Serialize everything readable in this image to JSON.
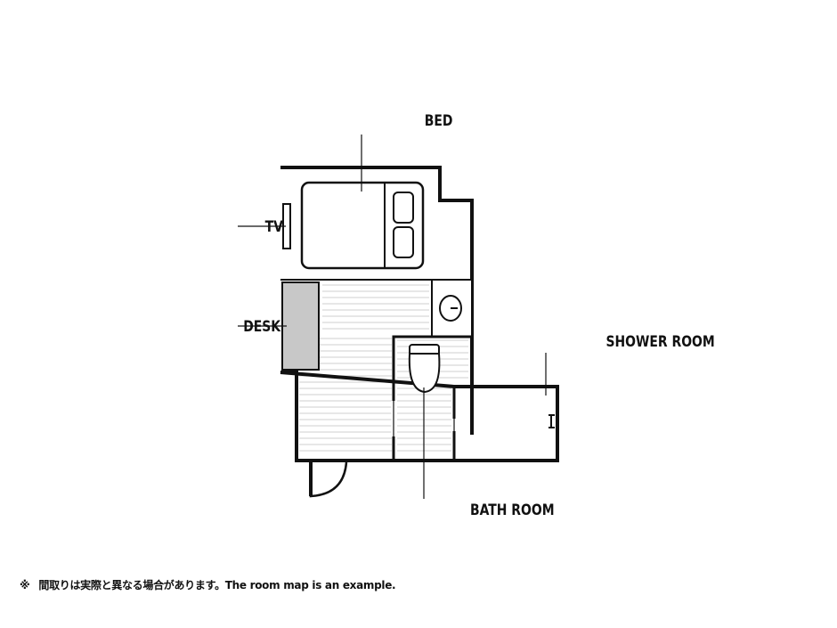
{
  "labels": {
    "bed": "BED",
    "tv": "TV",
    "desk": "DESK",
    "shower_room": "SHOWER ROOM",
    "bath_room": "BATH ROOM"
  },
  "note": {
    "mark": "※",
    "text": "間取りは実際と異なる場合があります。The room map is an example."
  },
  "colors": {
    "wall": "#111111",
    "desk_fill": "#c8c8c8",
    "floor_lines": "#cfcfcf",
    "background": "#ffffff"
  }
}
